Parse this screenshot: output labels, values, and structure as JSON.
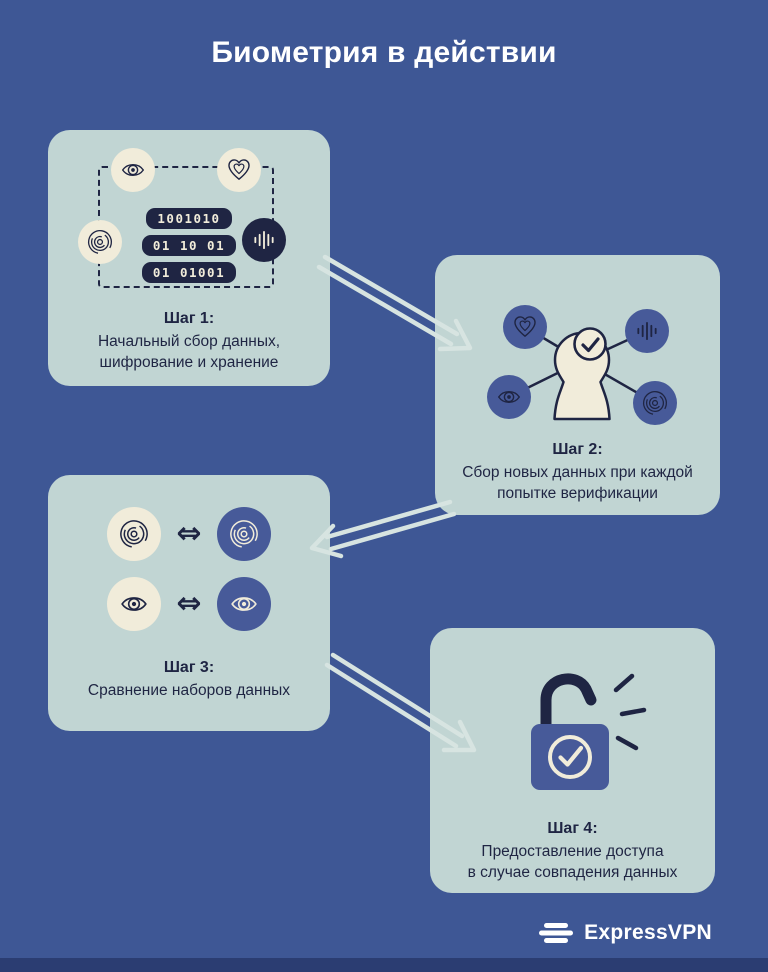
{
  "title": "Биометрия в действии",
  "cards": [
    {
      "step": "Шаг 1:",
      "line1": "Начальный сбор данных,",
      "line2": "шифрование и хранение"
    },
    {
      "step": "Шаг 2:",
      "line1": "Сбор новых данных при каждой",
      "line2": "попытке верификации"
    },
    {
      "step": "Шаг 3:",
      "line1": "Сравнение наборов данных",
      "line2": ""
    },
    {
      "step": "Шаг 4:",
      "line1": "Предоставление доступа",
      "line2": "в случае совпадения данных"
    }
  ],
  "binary_rows": [
    "1001010",
    "01 10 01",
    "01 01001"
  ],
  "compare_symbol": "⇔",
  "brand": "ExpressVPN",
  "icons": {
    "biometric_types": [
      "eye-icon",
      "heart-icon",
      "fingerprint-icon",
      "voice-wave-icon"
    ],
    "verification": "head-keyhole-check-icon",
    "access": "unlocked-padlock-check-icon"
  },
  "colors": {
    "background": "#3E5795",
    "card": "#C1D5D3",
    "navy": "#1F2543",
    "cream": "#F1ECDA",
    "blue_accent": "#475A99",
    "arrow": "#D7E4E1",
    "footer_band": "#2B3D72"
  }
}
